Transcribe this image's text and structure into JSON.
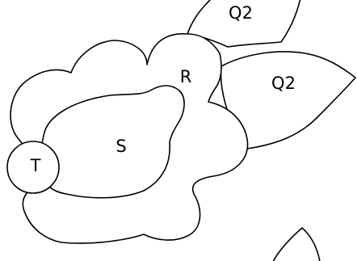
{
  "regions": {
    "q2_top": "Q2",
    "q2_right": "Q2",
    "r": "R",
    "s": "S",
    "t": "T"
  },
  "colors": {
    "stroke": "#000000",
    "fill": "#ffffff",
    "background": "#ffffff"
  }
}
